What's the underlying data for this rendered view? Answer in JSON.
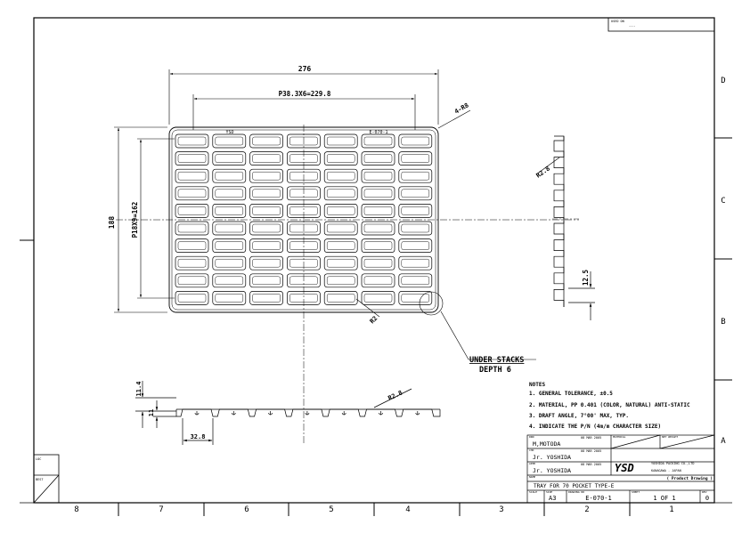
{
  "border": {
    "columns": [
      "8",
      "7",
      "6",
      "5",
      "4",
      "3",
      "2",
      "1"
    ],
    "rows": [
      "D",
      "C",
      "B",
      "A"
    ]
  },
  "stamp": {
    "header": "USED ON",
    "value": "---"
  },
  "loc_labels": {
    "loc": "LOC",
    "best": "BEST"
  },
  "top_view": {
    "overall_width": "276",
    "pitch_x": "P38.3X6=229.8",
    "overall_height": "188",
    "pitch_y": "P18X9=162",
    "corner_radius": "4-R8",
    "pocket_radius": "R2",
    "mark_left": "YSD",
    "mark_right": "E-070-1",
    "columns": 7,
    "rows": 10
  },
  "side_view": {
    "radius": "R2.8",
    "pitch": "12.5"
  },
  "front_view": {
    "height_total": "11.4",
    "height_base": "11",
    "pitch": "32.8",
    "radius": "R2.8"
  },
  "callout": {
    "line1": "UNDER STACKS",
    "line2": "DEPTH 6"
  },
  "notes": {
    "title": "NOTES",
    "items": [
      "1. GENERAL TOLERANCE, ±0.5",
      "2. MATERIAL, PP 0.401 (COLOR, NATURAL) ANTI-STATIC",
      "3. DRAFT ANGLE, 7°00' MAX, TYP.",
      "4. INDICATE THE P/N (4m/m CHARACTER SIZE)"
    ]
  },
  "title_block": {
    "drawn_label": "DRN",
    "drawn": "M,MOTODA",
    "drawn_date": "08 MAR 2005",
    "checked_label": "CHK",
    "checked": "Jr. YOSHIDA",
    "checked_date": "08 MAR 2005",
    "approved_label": "APPD",
    "approved": "Jr. YOSHIDA",
    "approved_date": "08 MAR 2005",
    "material_label": "MATERIAL",
    "weight_label": "NET WEIGHT",
    "logo": "YSD",
    "company_line1": "YOSHIDA PACKING CO.,LTD",
    "company_line2": "KANAGAWA . JAPAN",
    "product_note": "( Product Drawing )",
    "name_label": "NAME",
    "title": "TRAY FOR 70 POCKET TYPE-E",
    "scale_label": "SCALE",
    "size_label": "SIZE",
    "size": "A3",
    "drawing_no_label": "DRAWING NO",
    "drawing_no": "E-070-1",
    "sheet_label": "SHEET",
    "sheet": "1 OF 1",
    "rev_label": "REV",
    "rev": "0"
  }
}
